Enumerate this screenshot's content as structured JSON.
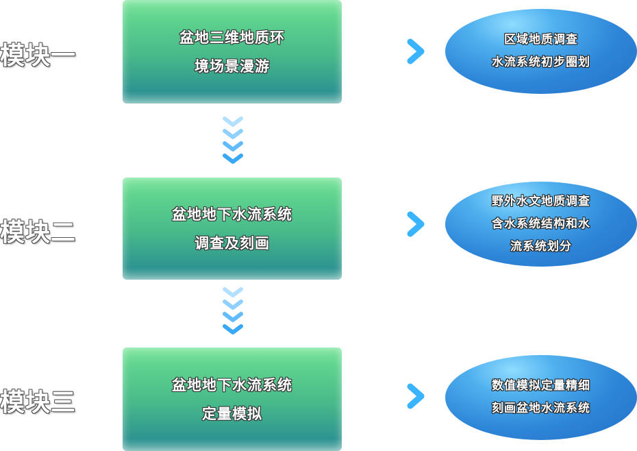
{
  "modules": [
    {
      "label": "模块一",
      "box_lines": [
        "盆地三维地质环",
        "境场景漫游"
      ],
      "result_lines": [
        "区域地质调查",
        "水流系统初步圈划"
      ]
    },
    {
      "label": "模块二",
      "box_lines": [
        "盆地地下水流系统",
        "调查及刻画"
      ],
      "result_lines": [
        "野外水文地质调查",
        "含水系统结构和水",
        "流系统划分"
      ]
    },
    {
      "label": "模块三",
      "box_lines": [
        "盆地地下水流系统",
        "定量模拟"
      ],
      "result_lines": [
        "数值模拟定量精细",
        "刻画盆地水流系统"
      ]
    }
  ],
  "icons": {
    "right_arrow": "arrow-right-icon",
    "down_chevrons": "chevrons-down-icon"
  },
  "colors": {
    "box_top": "#82e6a0",
    "box_bottom": "#2e9490",
    "ellipse_light": "#8fdcff",
    "ellipse_dark": "#2270c8",
    "arrow_start": "#1f5fa8",
    "arrow_end": "#3ab4ff"
  }
}
